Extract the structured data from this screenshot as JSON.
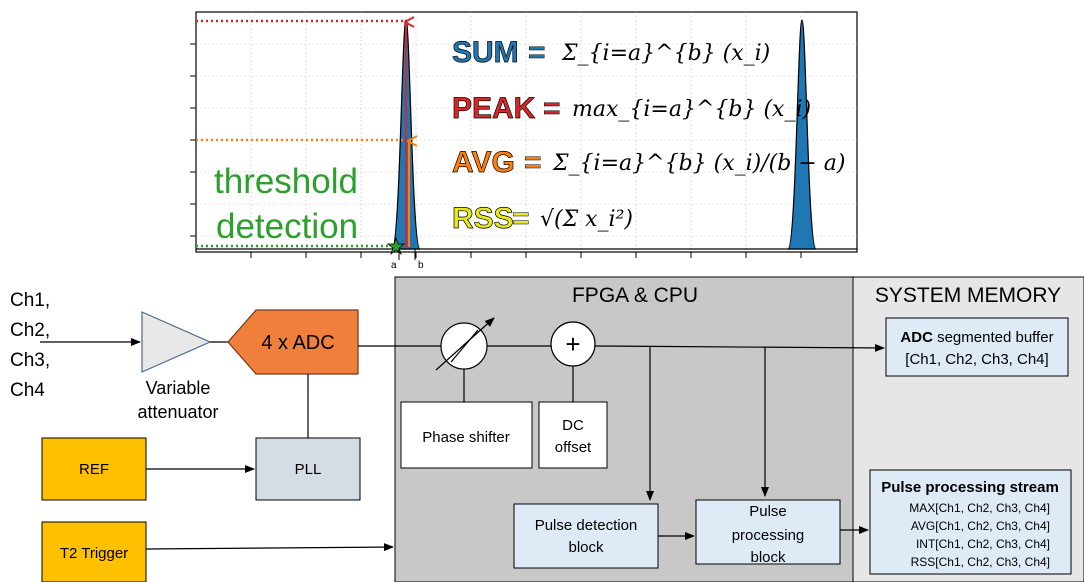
{
  "plot": {
    "formulas": {
      "sum": {
        "label": "SUM",
        "eq": "=",
        "expr": "Σ_{i=a}^{b} (x_i)",
        "color": "#1f77b4"
      },
      "peak": {
        "label": "PEAK",
        "eq": "=",
        "expr": "max_{i=a}^{b} (x_i)",
        "color": "#d62728"
      },
      "avg": {
        "label": "AVG",
        "eq": "=",
        "expr": "Σ_{i=a}^{b} (x_i)/(b − a)",
        "color": "#ff7f0e"
      },
      "rss": {
        "label": "RSS",
        "eq": "=",
        "expr": "√(Σ x_i²)",
        "color": "#e8e81a"
      }
    },
    "threshold_text_line1": "threshold",
    "threshold_text_line2": "detection",
    "marker_a": "a",
    "marker_b": "b",
    "colors": {
      "threshold": "#2ca02c",
      "pulse": "#1f77b4",
      "peak_line": "#d62728",
      "avg_line": "#ff7f0e"
    }
  },
  "inputs": {
    "ch1": "Ch1,",
    "ch2": "Ch2,",
    "ch3": "Ch3,",
    "ch4": "Ch4"
  },
  "blocks": {
    "attenuator_label1": "Variable",
    "attenuator_label2": "attenuator",
    "adc": "4 x ADC",
    "ref": "REF",
    "pll": "PLL",
    "t2trigger": "T2 Trigger",
    "phase_shifter": "Phase shifter",
    "dc_offset1": "DC",
    "dc_offset2": "offset",
    "plus_symbol": "+",
    "pulse_detection1": "Pulse detection",
    "pulse_detection2": "block",
    "pulse_processing1": "Pulse",
    "pulse_processing2": "processing",
    "pulse_processing3": "block"
  },
  "regions": {
    "fpga": "FPGA & CPU",
    "memory": "SYSTEM MEMORY"
  },
  "memory": {
    "adc_buffer_bold": "ADC",
    "adc_buffer_rest": " segmented buffer",
    "adc_buffer_channels": "[Ch1, Ch2, Ch3, Ch4]",
    "stream_title": "Pulse processing stream",
    "stream_items": [
      "MAX[Ch1, Ch2, Ch3, Ch4]",
      "AVG[Ch1, Ch2, Ch3, Ch4]",
      "INT[Ch1, Ch2, Ch3, Ch4]",
      "RSS[Ch1, Ch2, Ch3, Ch4]"
    ]
  },
  "colors": {
    "adc": "#f07f3c",
    "ref": "#ffc000",
    "pll": "#d6dce4",
    "fpga_bg": "#c8c8c8",
    "memory_bg": "#e6e6e6",
    "block_blue": "#deebf7",
    "attenuator": "#e8e8e8"
  }
}
